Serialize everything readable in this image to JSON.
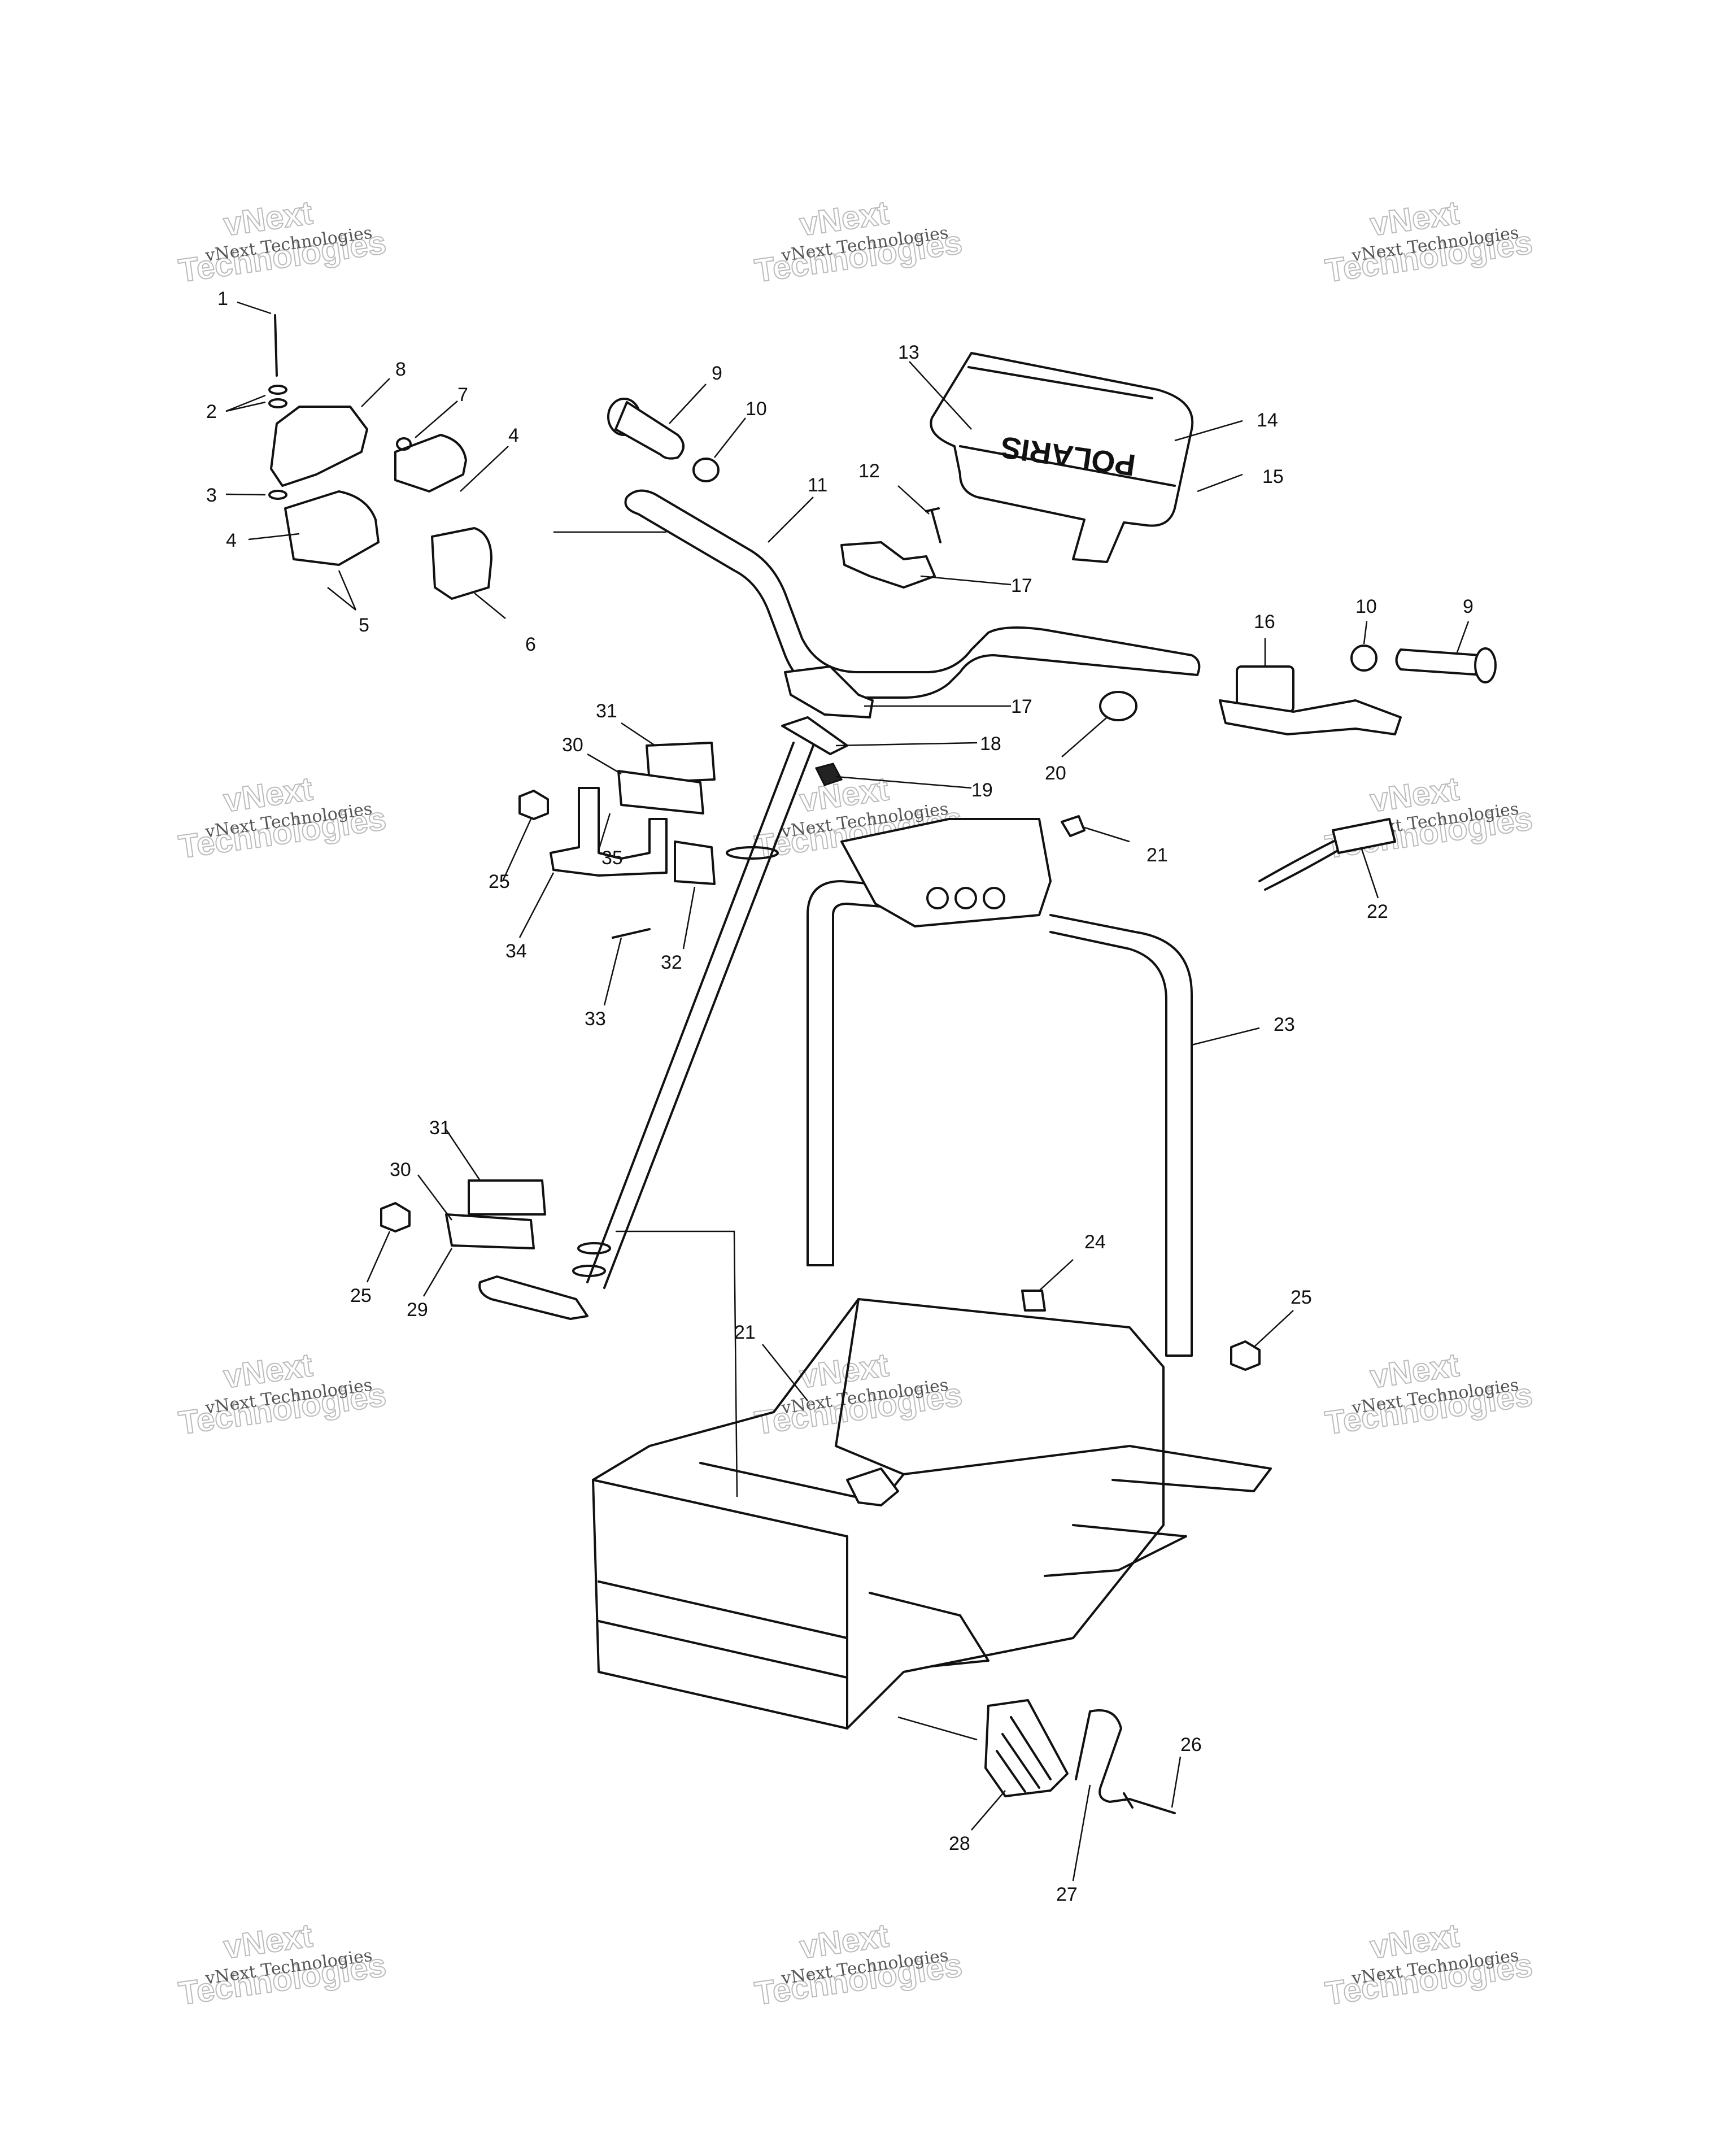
{
  "watermark": {
    "line1": "vNext",
    "line2": "Technologies",
    "caption": "vNext Technologies"
  },
  "brand_text": "POLARIS",
  "callouts": [
    {
      "id": "c1",
      "label": "1"
    },
    {
      "id": "c2",
      "label": "2"
    },
    {
      "id": "c3",
      "label": "3"
    },
    {
      "id": "c4a",
      "label": "4"
    },
    {
      "id": "c4b",
      "label": "4"
    },
    {
      "id": "c5",
      "label": "5"
    },
    {
      "id": "c6",
      "label": "6"
    },
    {
      "id": "c7",
      "label": "7"
    },
    {
      "id": "c8",
      "label": "8"
    },
    {
      "id": "c9a",
      "label": "9"
    },
    {
      "id": "c9b",
      "label": "9"
    },
    {
      "id": "c10a",
      "label": "10"
    },
    {
      "id": "c10b",
      "label": "10"
    },
    {
      "id": "c11",
      "label": "11"
    },
    {
      "id": "c12",
      "label": "12"
    },
    {
      "id": "c13",
      "label": "13"
    },
    {
      "id": "c14",
      "label": "14"
    },
    {
      "id": "c15",
      "label": "15"
    },
    {
      "id": "c16",
      "label": "16"
    },
    {
      "id": "c17a",
      "label": "17"
    },
    {
      "id": "c17b",
      "label": "17"
    },
    {
      "id": "c18",
      "label": "18"
    },
    {
      "id": "c19",
      "label": "19"
    },
    {
      "id": "c20",
      "label": "20"
    },
    {
      "id": "c21a",
      "label": "21"
    },
    {
      "id": "c21b",
      "label": "21"
    },
    {
      "id": "c22",
      "label": "22"
    },
    {
      "id": "c23",
      "label": "23"
    },
    {
      "id": "c24",
      "label": "24"
    },
    {
      "id": "c25a",
      "label": "25"
    },
    {
      "id": "c25b",
      "label": "25"
    },
    {
      "id": "c25c",
      "label": "25"
    },
    {
      "id": "c26",
      "label": "26"
    },
    {
      "id": "c27",
      "label": "27"
    },
    {
      "id": "c28",
      "label": "28"
    },
    {
      "id": "c29",
      "label": "29"
    },
    {
      "id": "c30a",
      "label": "30"
    },
    {
      "id": "c30b",
      "label": "30"
    },
    {
      "id": "c31a",
      "label": "31"
    },
    {
      "id": "c31b",
      "label": "31"
    },
    {
      "id": "c32",
      "label": "32"
    },
    {
      "id": "c33",
      "label": "33"
    },
    {
      "id": "c34",
      "label": "34"
    },
    {
      "id": "c35",
      "label": "35"
    }
  ]
}
